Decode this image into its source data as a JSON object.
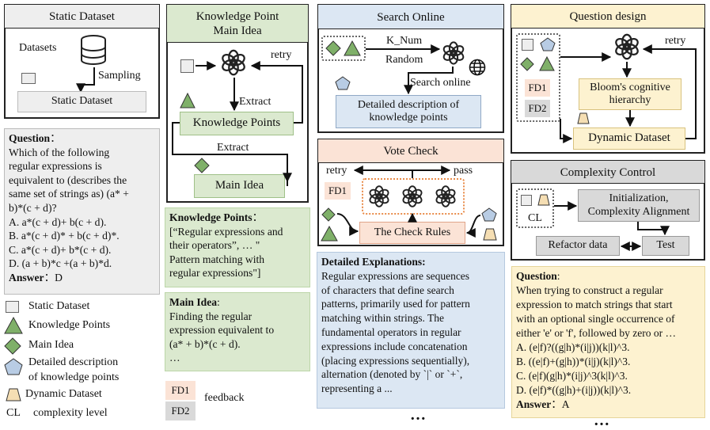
{
  "static_dataset": {
    "header": "Static Dataset",
    "datasets_label": "Datasets",
    "sampling_label": "Sampling",
    "result_box": "Static Dataset"
  },
  "question_box_1": {
    "title": "Question",
    "colon": "：",
    "lines": [
      "Which of the following",
      "regular expressions is",
      "equivalent to (describes the",
      "same set of strings as) (a* +",
      "b)*(c + d)?",
      "A. a*(c + d)+ b(c + d).",
      "B. a*(c + d)* + b(c + d)*.",
      "C. a*(c + d)+ b*(c + d).",
      "D. (a + b)*c +(a + b)*d."
    ],
    "answer_label": "Answer",
    "answer_value": "：D"
  },
  "legend": {
    "items": [
      {
        "icon": "square-icon",
        "label": "Static Dataset"
      },
      {
        "icon": "triangle-icon",
        "label": "Knowledge Points"
      },
      {
        "icon": "diamond-icon",
        "label": "Main Idea"
      },
      {
        "icon": "pentagon-icon",
        "label": "Detailed description"
      },
      {
        "icon": "",
        "label": "of knowledge points"
      },
      {
        "icon": "trapezoid-icon",
        "label": "Dynamic Dataset"
      }
    ],
    "cl_abbr": "CL",
    "cl_label": "complexity level",
    "fd1": "FD1",
    "fd2": "FD2",
    "feedback_label": "feedback"
  },
  "knowledge_point": {
    "header_line1": "Knowledge Point",
    "header_line2": "Main Idea",
    "retry_label": "retry",
    "extract_label_1": "Extract",
    "kp_box": "Knowledge Points",
    "extract_label_2": "Extract",
    "main_idea_box": "Main Idea"
  },
  "kp_text": {
    "title": "Knowledge Points",
    "colon": "：",
    "lines": [
      "[“Regular expressions and",
      "their operators”, … \"",
      "Pattern matching with",
      "regular expressions\"]"
    ]
  },
  "main_idea_text": {
    "title": "Main Idea",
    "colon": ":",
    "lines": [
      "Finding the regular",
      "expression equivalent to",
      "(a* + b)*(c + d).",
      "…"
    ]
  },
  "search_online": {
    "header": "Search Online",
    "k_num": "K_Num",
    "random": "Random",
    "search_label": "Search online",
    "result_line1": "Detailed description of",
    "result_line2": "knowledge points"
  },
  "vote_check": {
    "header": "Vote Check",
    "retry_label": "retry",
    "pass_label": "pass",
    "fd1": "FD1",
    "rules_box": "The Check Rules"
  },
  "explanations": {
    "title": "Detailed Explanations:",
    "lines": [
      "Regular expressions are sequences",
      "of characters that define search",
      "patterns, primarily used for pattern",
      "matching within strings. The",
      "fundamental operators in regular",
      "expressions include concatenation",
      "(placing expressions sequentially),",
      "alternation (denoted by `|` or `+`,",
      "representing a ..."
    ],
    "ellipsis": "…"
  },
  "question_design": {
    "header": "Question design",
    "retry_label": "retry",
    "fd1": "FD1",
    "fd2": "FD2",
    "bloom_line1": "Bloom's cognitive",
    "bloom_line2": "hierarchy",
    "dynamic_box": "Dynamic Dataset"
  },
  "complexity_control": {
    "header": "Complexity Control",
    "cl": "CL",
    "init_line1": "Initialization,",
    "init_line2": "Complexity Alignment",
    "refactor_box": "Refactor data",
    "test_box": "Test"
  },
  "question_box_2": {
    "title": "Question",
    "colon": ":",
    "lines": [
      "When trying to construct a regular",
      "expression to match strings that start",
      "with an optional single occurrence of",
      "either 'e' or 'f', followed by zero or …",
      "A. (e|f)?((g|h)*(i|j))(k|l)^3.",
      "B. ((e|f)+(g|h))*(i|j)(k|l)^3.",
      "C. (e|f)(g|h)*(i|j)^3(k|l)^3.",
      "D. (e|f)*((g|h)+(i|j))(k|l)^3."
    ],
    "answer_label": "Answer",
    "answer_value": "：A",
    "ellipsis": "…"
  },
  "colors": {
    "gray_fill": "#eeeeee",
    "green_fill": "#dbe9cf",
    "blue_fill": "#dce7f3",
    "orange_fill": "#fbe3d6",
    "yellow_fill": "#fdf2d0",
    "gray_header": "#d9d9d9",
    "shape_green": "#7fb069",
    "shape_blue": "#b8cce4",
    "shape_yellow": "#f5deb3"
  }
}
